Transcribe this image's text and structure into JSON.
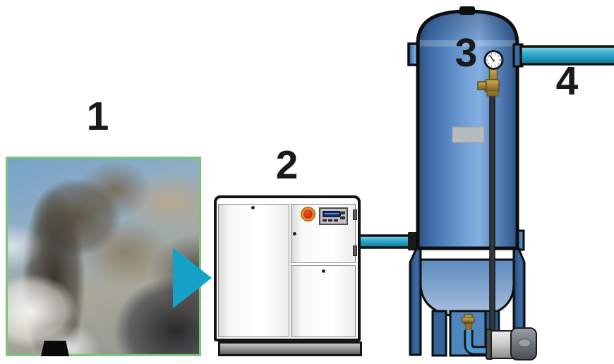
{
  "labels": {
    "step1": "1",
    "step2": "2",
    "step3": "3",
    "step4": "4"
  },
  "colors": {
    "accent_teal": "#14a3c7",
    "pipe_teal": "#2aa0c4",
    "pipe_highlight": "#8edcee",
    "tank_blue_dark": "#2d4f7c",
    "tank_blue_light": "#85afe0",
    "photo_border_green": "#7cc47c",
    "estop_red": "#cf2513",
    "estop_ring": "#e8971f",
    "brass": "#a8863a",
    "outline_black": "#111111"
  }
}
